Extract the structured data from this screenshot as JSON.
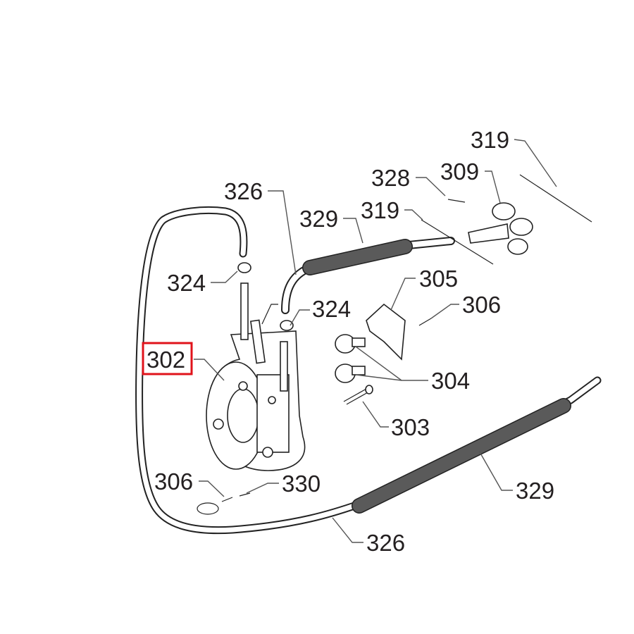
{
  "diagram": {
    "highlight_color": "#e0131b",
    "hose_color": "#5a5a5a",
    "highlighted_label": "302",
    "labels": {
      "l319a": "319",
      "l328": "328",
      "l309": "309",
      "l326a": "326",
      "l329a": "329",
      "l319b": "319",
      "l305": "305",
      "l324a": "324",
      "l324b": "324",
      "l306a": "306",
      "l302": "302",
      "l304": "304",
      "l303": "303",
      "l306b": "306",
      "l330": "330",
      "l329b": "329",
      "l326b": "326"
    }
  }
}
